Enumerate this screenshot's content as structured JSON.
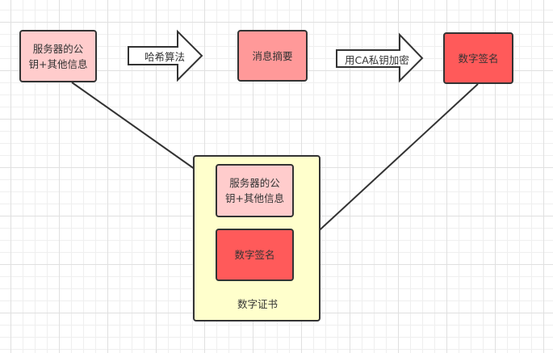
{
  "colors": {
    "light_pink": "#ffcccc",
    "salmon": "#ff9999",
    "red": "#ff5a5a",
    "cert_bg": "#ffffcc",
    "stroke": "#333333"
  },
  "nodes": {
    "server_key": {
      "line1": "服务器的公",
      "line2": "钥+其他信息"
    },
    "digest": {
      "label": "消息摘要"
    },
    "signature": {
      "label": "数字签名"
    }
  },
  "arrows": {
    "hash": {
      "label": "哈希算法"
    },
    "encrypt": {
      "label": "用CA私钥加密"
    }
  },
  "certificate": {
    "label": "数字证书",
    "server_key": {
      "line1": "服务器的公",
      "line2": "钥+其他信息"
    },
    "signature": {
      "label": "数字签名"
    }
  }
}
